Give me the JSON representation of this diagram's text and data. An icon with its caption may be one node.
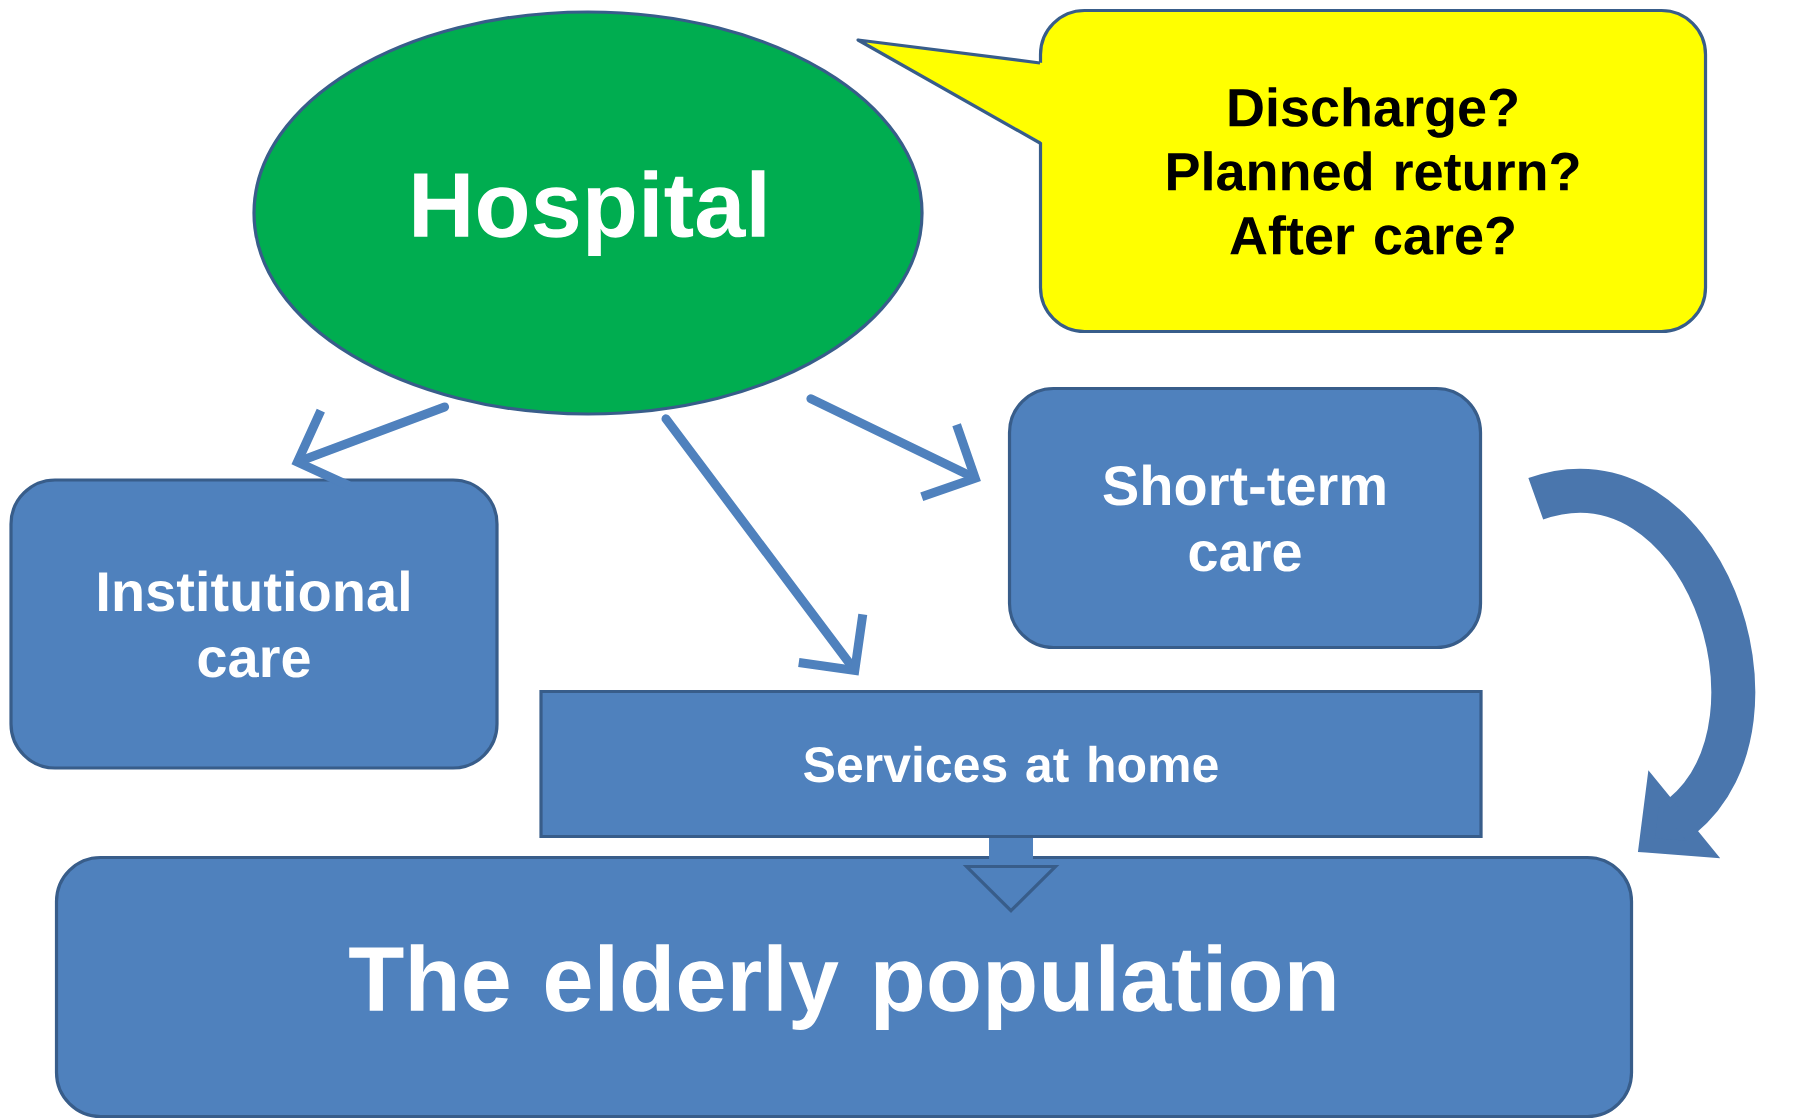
{
  "diagram": {
    "nodes": [
      {
        "text": [
          "Hospital"
        ]
      },
      {
        "text": [
          "Discharge? Planned return? After care?"
        ]
      },
      {
        "text": [
          "Institutional care"
        ]
      },
      {
        "text": [
          "Short-term care"
        ]
      },
      {
        "text": [
          "Services at home"
        ]
      },
      {
        "text": [
          "The elderly population"
        ]
      }
    ],
    "edges": [
      {
        "from": 0,
        "to": 2,
        "arrow": "to"
      },
      {
        "from": 0,
        "to": 4,
        "arrow": "to"
      },
      {
        "from": 0,
        "to": 3,
        "arrow": "to"
      },
      {
        "from": 3,
        "to": 5,
        "arrow": "to",
        "style": "thick",
        "color": "#4a76ad"
      },
      {
        "from": 4,
        "to": 5,
        "arrow": "to",
        "style": "thick"
      }
    ]
  }
}
